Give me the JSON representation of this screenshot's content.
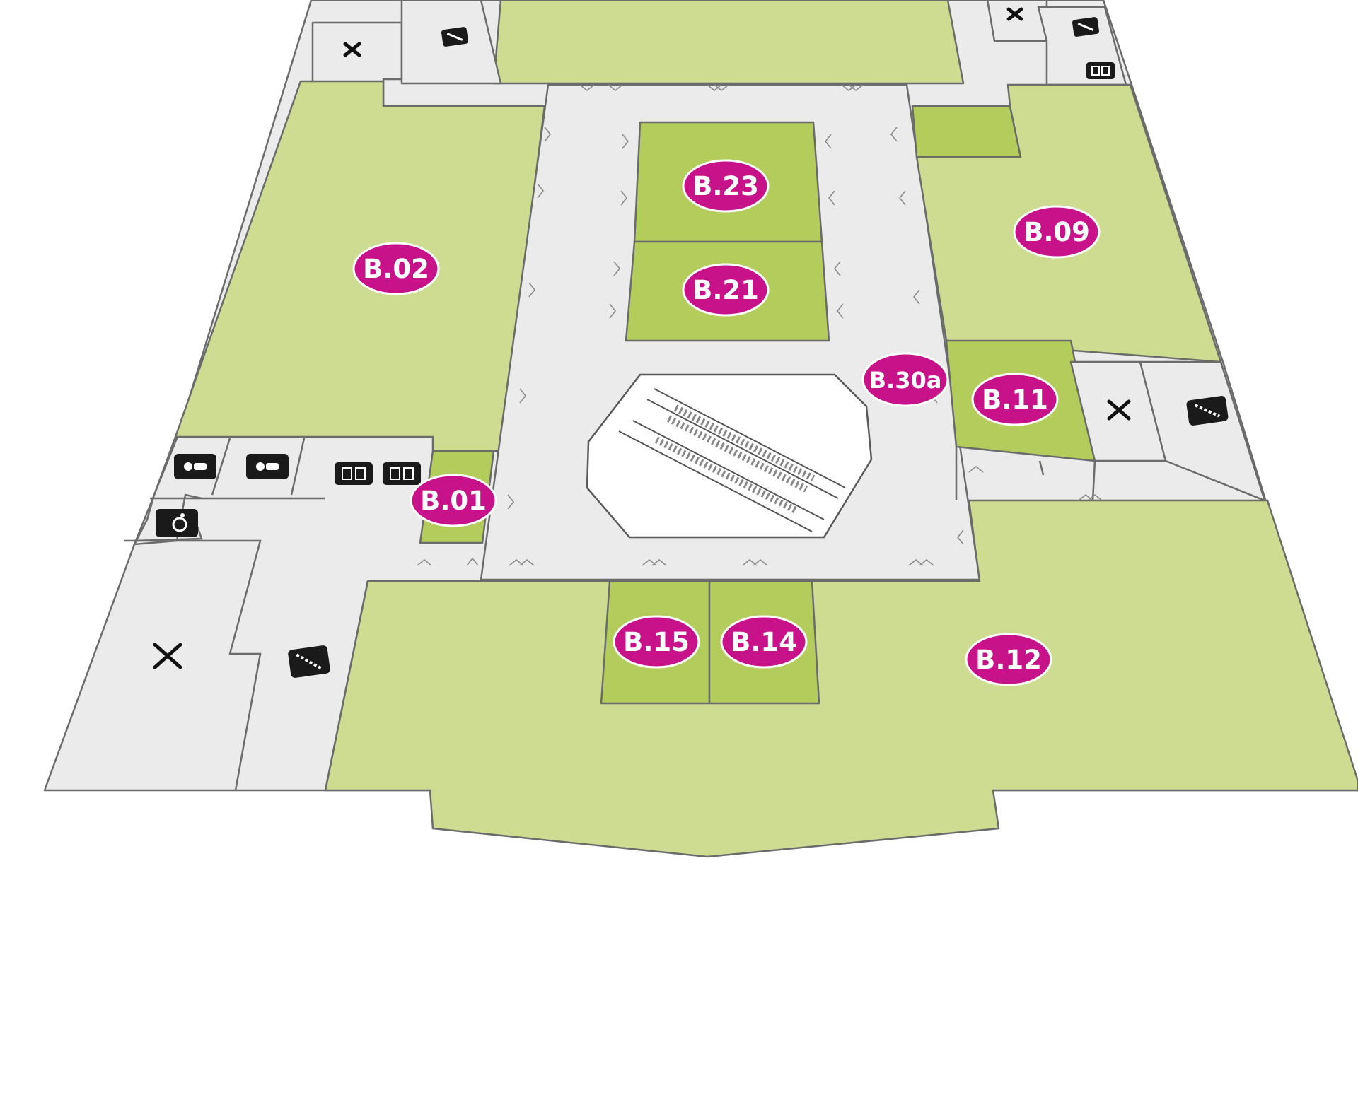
{
  "rooms": {
    "b02": "B.02",
    "b23": "B.23",
    "b21": "B.21",
    "b09": "B.09",
    "b30a": "B.30a",
    "b11": "B.11",
    "b01": "B.01",
    "b15": "B.15",
    "b14": "B.14",
    "b12": "B.12"
  },
  "colors": {
    "room_light": "#cddc91",
    "room_dark": "#b3cc5c",
    "corridor": "#ebebeb",
    "label": "#c8128a"
  },
  "icons": [
    "tools-icon",
    "elevator-icon",
    "stairs-icon",
    "toilet-icon",
    "accessible-toilet-icon"
  ]
}
